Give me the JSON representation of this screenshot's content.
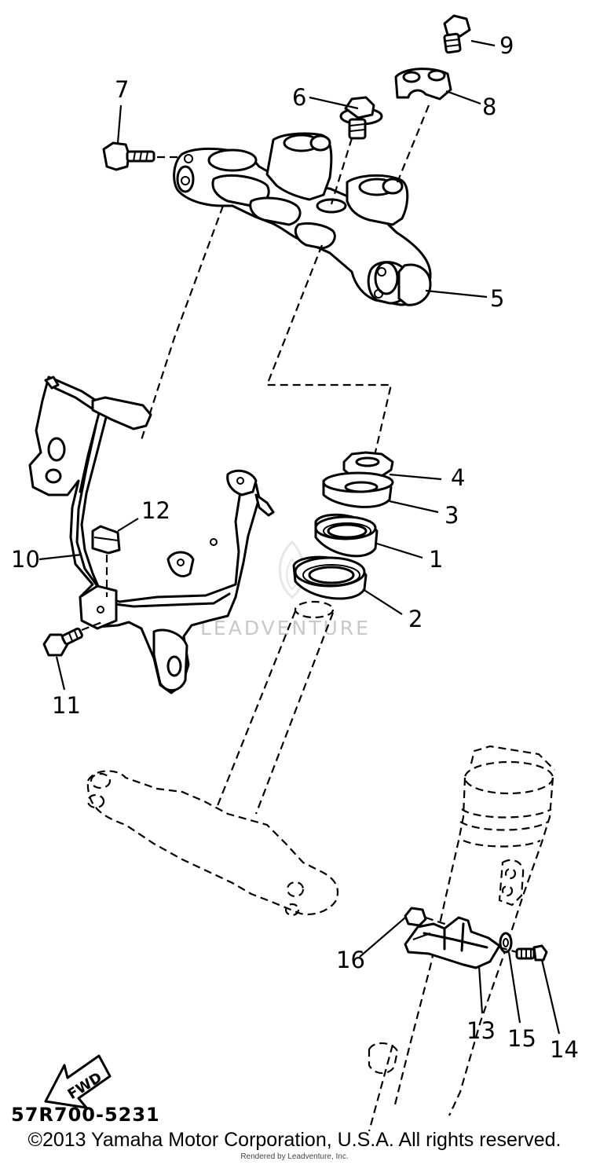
{
  "diagram_code": "57R700-5231",
  "copyright": "©2013 Yamaha Motor Corporation, U.S.A. All rights reserved.",
  "rendered_by": "Rendered by Leadventure, Inc.",
  "watermark": "LEADVENTURE",
  "fwd_label": "FWD",
  "callouts": {
    "c1": "1",
    "c2": "2",
    "c3": "3",
    "c4": "4",
    "c5": "5",
    "c6": "6",
    "c7": "7",
    "c8": "8",
    "c9": "9",
    "c10": "10",
    "c11": "11",
    "c12": "12",
    "c13": "13",
    "c14": "14",
    "c15": "15",
    "c16": "16"
  }
}
